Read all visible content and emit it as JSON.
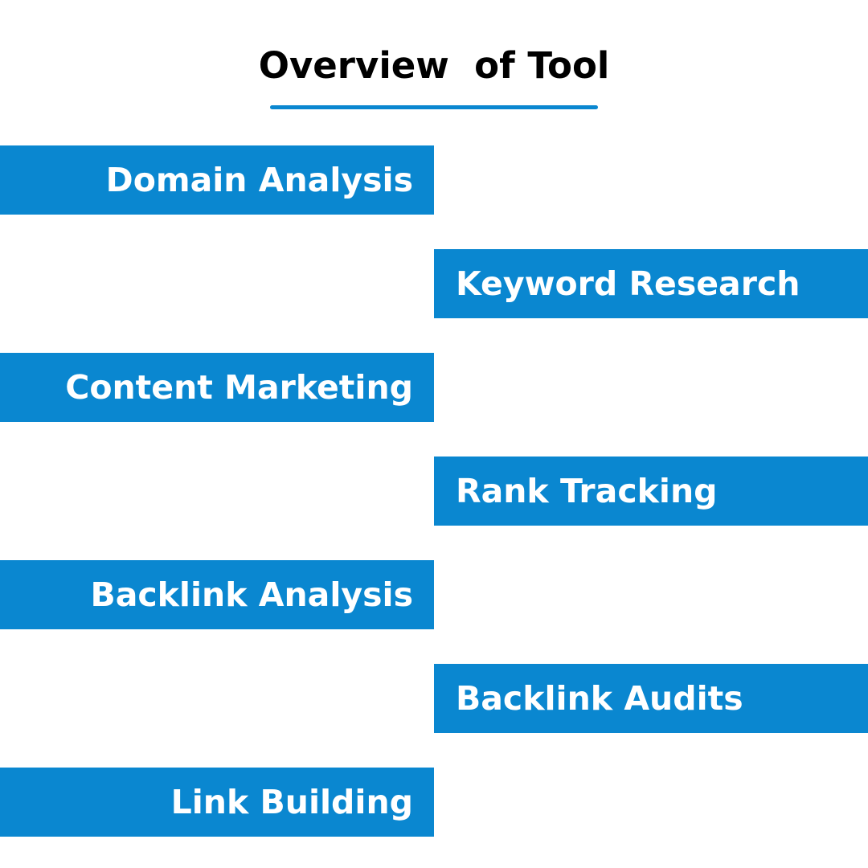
{
  "title": "Overview  of Tool",
  "colors": {
    "accent": "#0A87D0",
    "bar_text": "#FFFFFF",
    "title_text": "#000000",
    "background": "#FFFFFF"
  },
  "items": [
    {
      "label": "Domain Analysis",
      "side": "left"
    },
    {
      "label": "Keyword Research",
      "side": "right"
    },
    {
      "label": "Content Marketing",
      "side": "left"
    },
    {
      "label": "Rank Tracking",
      "side": "right"
    },
    {
      "label": "Backlink Analysis",
      "side": "left"
    },
    {
      "label": "Backlink Audits",
      "side": "right"
    },
    {
      "label": "Link Building",
      "side": "left"
    }
  ]
}
